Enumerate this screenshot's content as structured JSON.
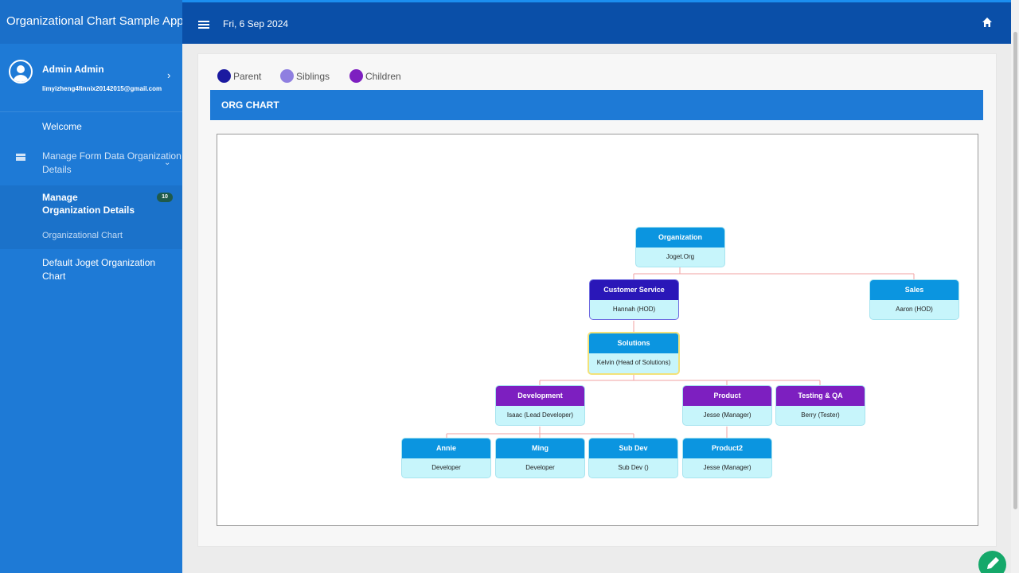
{
  "app": {
    "title": "Organizational Chart Sample App"
  },
  "user": {
    "name": "Admin Admin",
    "email": "limyizheng4finnix20142015@gmail.com"
  },
  "sidebar": {
    "welcome": "Welcome",
    "manage_form_data": "Manage Form Data Organization Details",
    "manage_org_details": "Manage Organization Details",
    "manage_org_details_count": "10",
    "organizational_chart": "Organizational Chart",
    "default_joget": "Default Joget Organization Chart"
  },
  "topbar": {
    "date": "Fri, 6 Sep 2024"
  },
  "legend": {
    "parent": "Parent",
    "siblings": "Siblings",
    "children": "Children",
    "colors": {
      "parent": "#1b1aa0",
      "siblings": "#8f7fe0",
      "children": "#7d1fc0"
    }
  },
  "panel": {
    "title": "ORG CHART"
  },
  "org": {
    "organization": {
      "title": "Organization",
      "sub": "Joget.Org"
    },
    "customer_service": {
      "title": "Customer Service",
      "sub": "Hannah (HOD)"
    },
    "sales": {
      "title": "Sales",
      "sub": "Aaron (HOD)"
    },
    "solutions": {
      "title": "Solutions",
      "sub": "Kelvin (Head of Solutions)"
    },
    "development": {
      "title": "Development",
      "sub": "Isaac (Lead Developer)"
    },
    "product": {
      "title": "Product",
      "sub": "Jesse (Manager)"
    },
    "testing": {
      "title": "Testing & QA",
      "sub": "Berry (Tester)"
    },
    "annie": {
      "title": "Annie",
      "sub": "Developer"
    },
    "ming": {
      "title": "Ming",
      "sub": "Developer"
    },
    "subdev": {
      "title": "Sub Dev",
      "sub": "Sub Dev ()"
    },
    "product2": {
      "title": "Product2",
      "sub": "Jesse (Manager)"
    }
  }
}
